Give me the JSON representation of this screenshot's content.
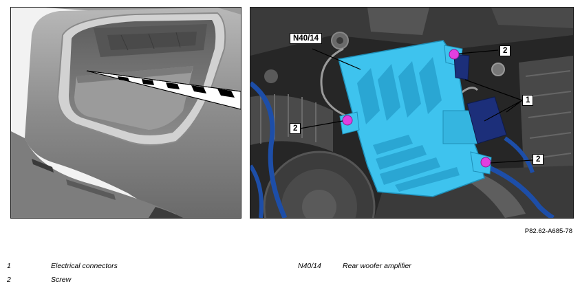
{
  "figure_ref": "P82.62-A685-78",
  "callouts": {
    "part": "N40/14",
    "connectors": "1",
    "screw_a": "2",
    "screw_b": "2",
    "screw_c": "2"
  },
  "legend": [
    {
      "key": "1",
      "desc": "Electrical connectors"
    },
    {
      "key": "2",
      "desc": "Screw"
    },
    {
      "key": "N40/14",
      "desc": "Rear woofer amplifier"
    }
  ],
  "colors": {
    "amplifier": "#3ec3ee",
    "screw": "#e23fe0",
    "connector": "#1c2f7a",
    "cable_blue": "#1d4ea8"
  }
}
